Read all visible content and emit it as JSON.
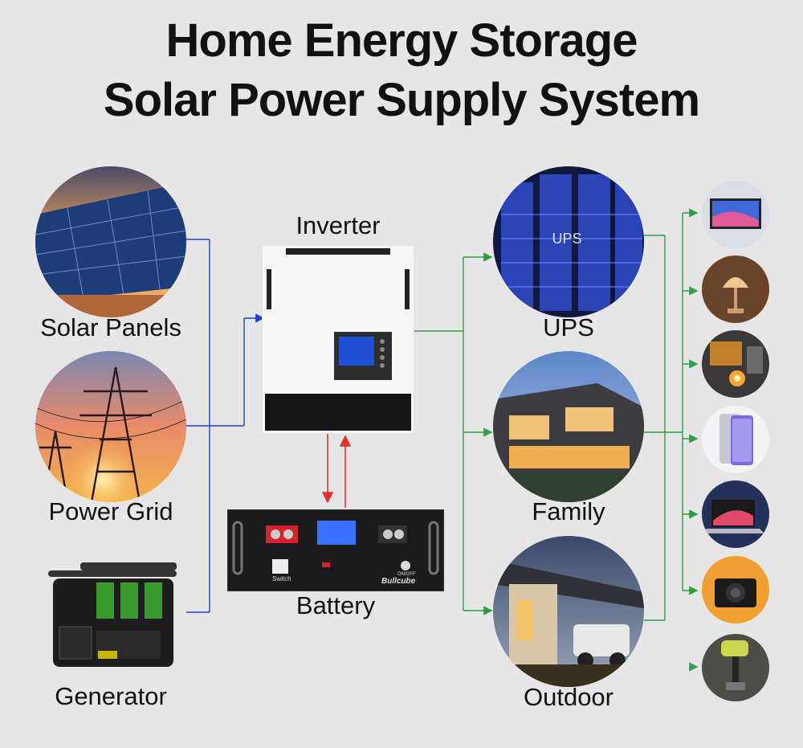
{
  "title": {
    "line1": "Home Energy Storage",
    "line2": "Solar Power Supply System"
  },
  "sources": {
    "solar": "Solar Panels",
    "grid": "Power Grid",
    "generator": "Generator"
  },
  "inverter": {
    "label": "Inverter"
  },
  "battery": {
    "label": "Battery",
    "brand": "Bullcube",
    "switch_label": "Switch",
    "onoff_label": "ON/OFF"
  },
  "outputs": {
    "ups": "UPS",
    "ups_overlay": "UPS",
    "family": "Family",
    "outdoor": "Outdoor"
  },
  "devices": [
    "tv-icon",
    "lamp-icon",
    "welder-icon",
    "phone-icon",
    "laptop-icon",
    "camera-icon",
    "drill-icon"
  ],
  "colors": {
    "source_line": "#1f3fd6",
    "battery_line": "#e53030",
    "output_line": "#2f9e46",
    "background": "#e6e6e6"
  }
}
